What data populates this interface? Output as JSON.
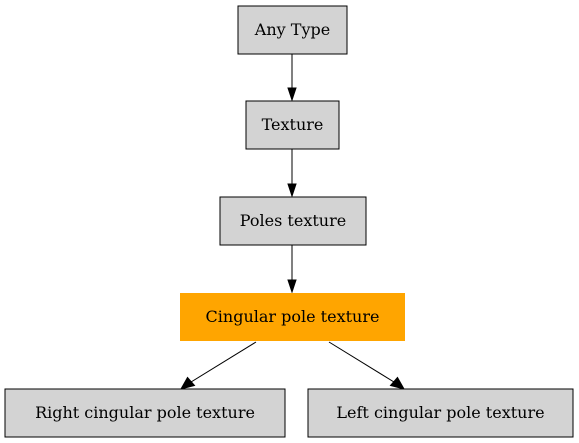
{
  "diagram": {
    "nodes": {
      "any_type": "Any Type",
      "texture": "Texture",
      "poles_texture": "Poles texture",
      "cingular_pole_texture": "Cingular pole texture",
      "right_cingular_pole_texture": "Right cingular pole texture",
      "left_cingular_pole_texture": "Left cingular pole texture"
    },
    "colors": {
      "default_fill": "#d3d3d3",
      "highlight_fill": "#ffa500",
      "stroke": "#000000",
      "background": "#ffffff"
    },
    "edges": [
      {
        "from": "any_type",
        "to": "texture"
      },
      {
        "from": "texture",
        "to": "poles_texture"
      },
      {
        "from": "poles_texture",
        "to": "cingular_pole_texture"
      },
      {
        "from": "cingular_pole_texture",
        "to": "right_cingular_pole_texture"
      },
      {
        "from": "cingular_pole_texture",
        "to": "left_cingular_pole_texture"
      }
    ],
    "highlighted": "cingular_pole_texture"
  }
}
